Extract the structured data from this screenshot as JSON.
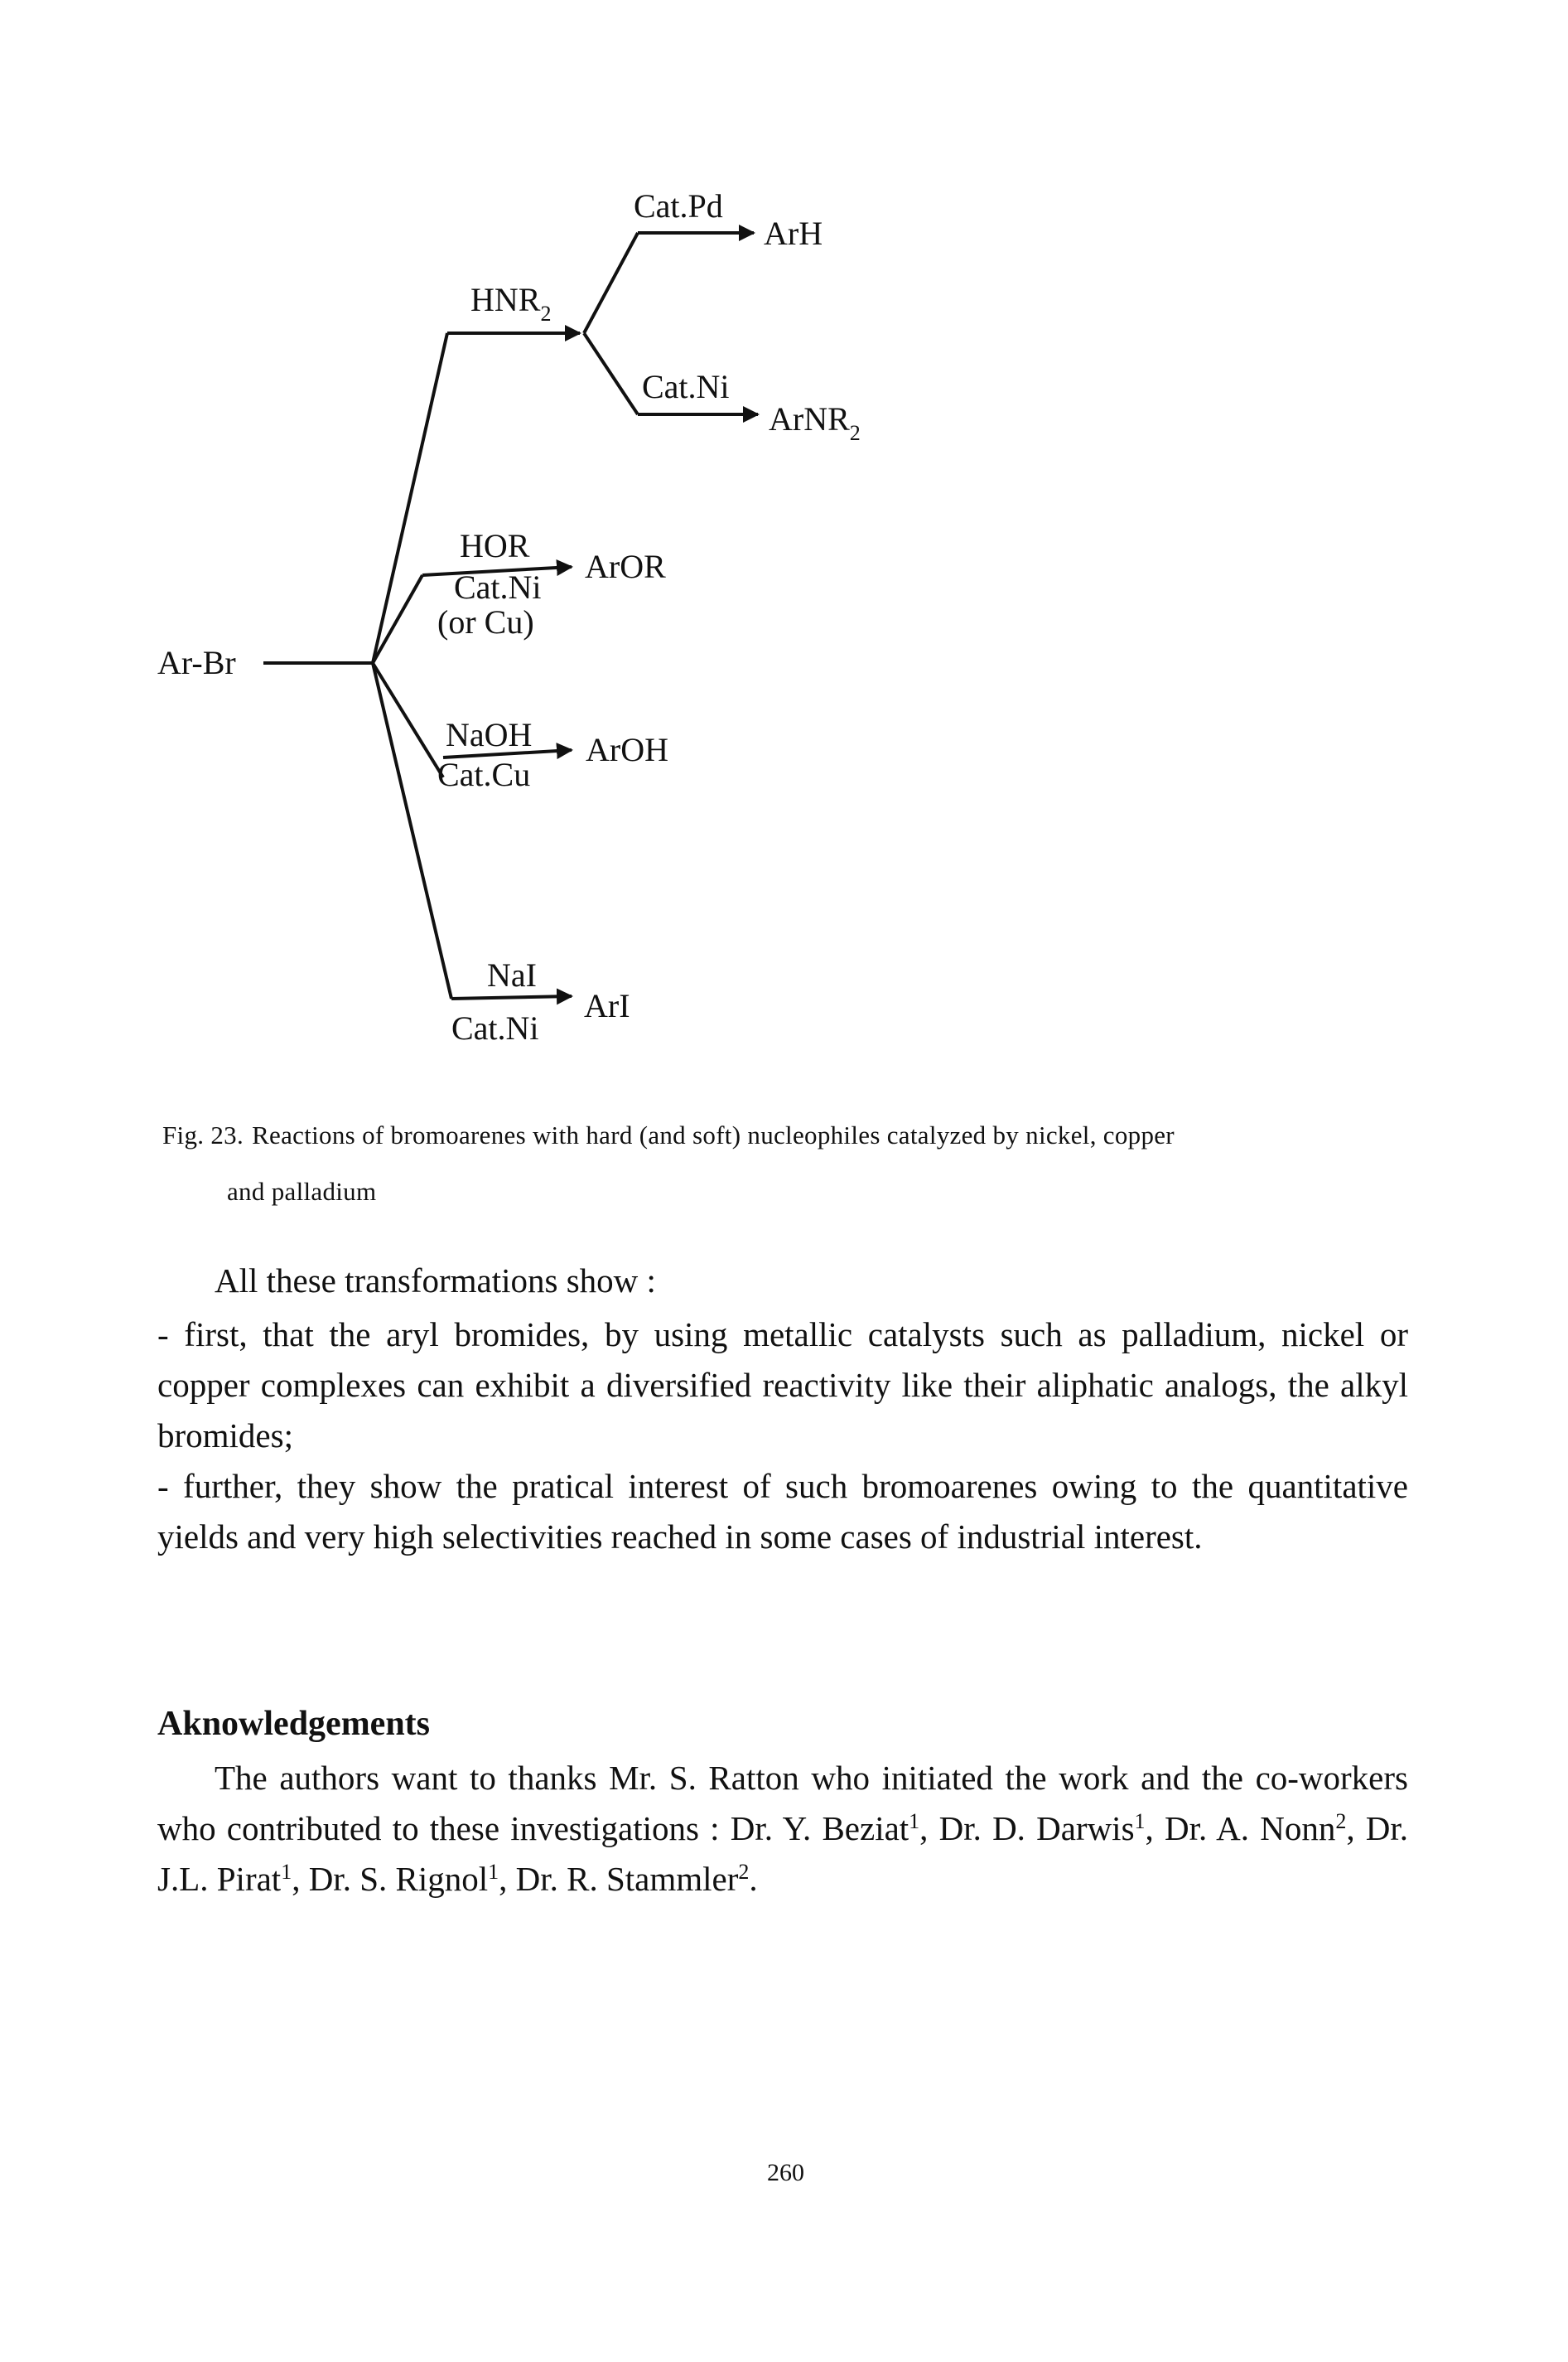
{
  "scheme": {
    "start": "Ar-Br",
    "amine": {
      "reagent_main": "HNR",
      "reagent_sub": "2"
    },
    "pd": {
      "catalyst": "Cat.Pd",
      "product": "ArH"
    },
    "ni_amine": {
      "catalyst": "Cat.Ni",
      "product_main": "ArNR",
      "product_sub": "2"
    },
    "alcohol": {
      "reagent": "HOR",
      "catalyst": "Cat.Ni",
      "alt": "(or Cu)",
      "product": "ArOR"
    },
    "hydroxide": {
      "reagent": "NaOH",
      "catalyst": "Cat.Cu",
      "product": "ArOH"
    },
    "iodide": {
      "reagent": "NaI",
      "catalyst": "Cat.Ni",
      "product": "ArI"
    }
  },
  "caption": {
    "label": "Fig. 23.",
    "text_line1": "Reactions of bromoarenes with hard (and soft) nucleophiles catalyzed by nickel, copper",
    "text_line2": "and palladium"
  },
  "body": {
    "intro": "All these transformations show :",
    "para1": "- first, that the aryl bromides, by using metallic catalysts such as palladium, nickel or copper complexes can exhibit a diversified reactivity like their aliphatic analogs, the alkyl bromides;",
    "para2": "- further, they show the pratical interest of such bromoarenes owing to the quantitative yields and very high selectivities reached in some cases of industrial interest."
  },
  "ack": {
    "heading": "Aknowledgements",
    "text": "The authors want to thanks Mr. S. Ratton who initiated the work and the co-workers who contributed to these investigations : ",
    "names": [
      {
        "name": "Dr. Y. Beziat",
        "sup": "1"
      },
      {
        "name": "Dr. D. Darwis",
        "sup": "1"
      },
      {
        "name": "Dr. A. Nonn",
        "sup": "2"
      },
      {
        "name": "Dr. J.L. Pirat",
        "sup": "1"
      },
      {
        "name": "Dr. S. Rignol",
        "sup": "1"
      },
      {
        "name": "Dr. R. Stammler",
        "sup": "2"
      }
    ]
  },
  "page_number": "260"
}
